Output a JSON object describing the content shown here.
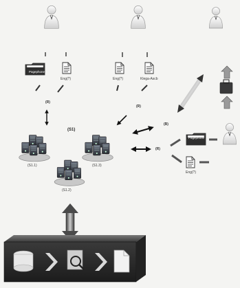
{
  "documents": {
    "top_left_folder": "Pagephone",
    "top_left_doc": "Eng(?)",
    "top_mid_doc1": "Eng(?)",
    "top_mid_doc2": "Klega-Ascb",
    "right_folder": "Pagephone",
    "right_doc": "Eng(?)"
  },
  "servers": {
    "group_label": "(S1)",
    "left": "(S1.1)",
    "right": "(S1.3)",
    "bottom": "(S1.2)"
  },
  "arrow_tags": {
    "tag1": "(R)",
    "tag2": "(R)",
    "tag3": "(B)",
    "tag4": "(R)"
  },
  "colors": {
    "background": "#f4f4f2",
    "ink": "#3a3a3a",
    "dark_box": "#2e2e2e"
  },
  "icons": [
    "user-icon",
    "folder-icon",
    "document-icon",
    "server-cluster-icon",
    "bidirectional-arrow-icon",
    "up-arrow-icon",
    "briefcase-icon",
    "database-icon",
    "chevron-right-icon",
    "search-icon"
  ]
}
